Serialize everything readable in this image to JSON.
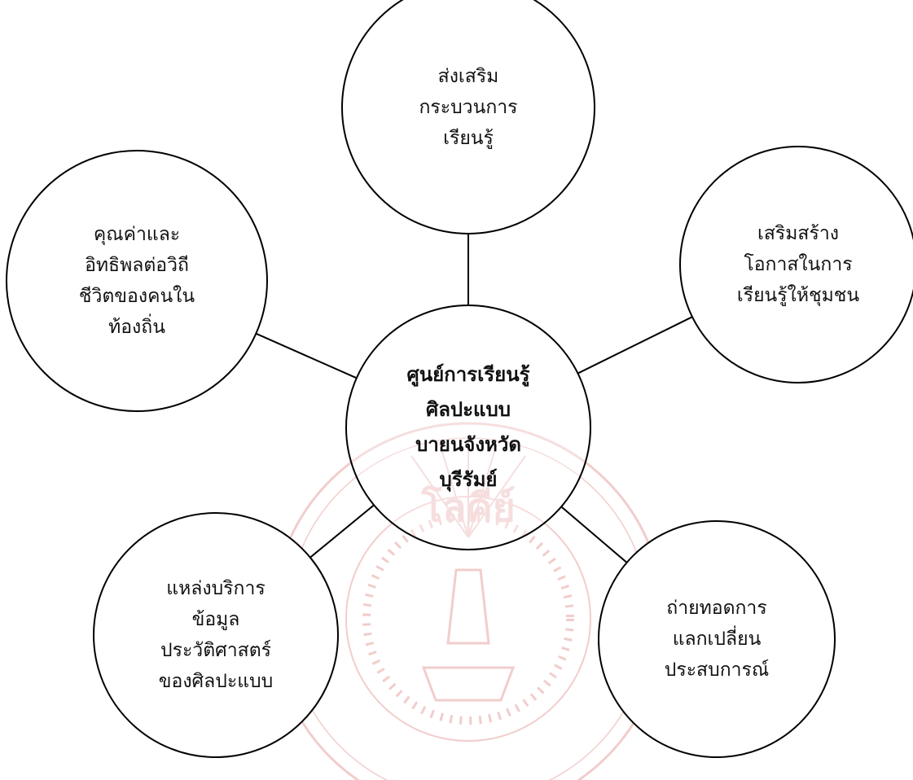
{
  "diagram": {
    "center": {
      "lines": [
        "ศูนย์การเรียนรู้",
        "ศิลปะแบบ",
        "บายนจังหวัด",
        "บุรีรัมย์"
      ]
    },
    "nodes": [
      {
        "id": "top",
        "lines": [
          "ส่งเสริม",
          "กระบวนการ",
          "เรียนรู้"
        ]
      },
      {
        "id": "left",
        "lines": [
          "คุณค่าและ",
          "อิทธิพลต่อวิถี",
          "ชีวิตของคนใน",
          "ท้องถิ่น"
        ]
      },
      {
        "id": "right",
        "lines": [
          "เสริมสร้าง",
          "โอกาสในการ",
          "เรียนรู้ให้ชุมชน"
        ]
      },
      {
        "id": "bottom-left",
        "lines": [
          "แหล่งบริการ",
          "ข้อมูล",
          "ประวัติศาสตร์",
          "ของศิลปะแบบ"
        ]
      },
      {
        "id": "bottom-right",
        "lines": [
          "ถ่ายทอดการ",
          "แลกเปลี่ยน",
          "ประสบการณ์"
        ]
      }
    ],
    "stroke_color": "#000000",
    "watermark_color": "#c2221d",
    "watermark_text": "โลคีย์"
  }
}
